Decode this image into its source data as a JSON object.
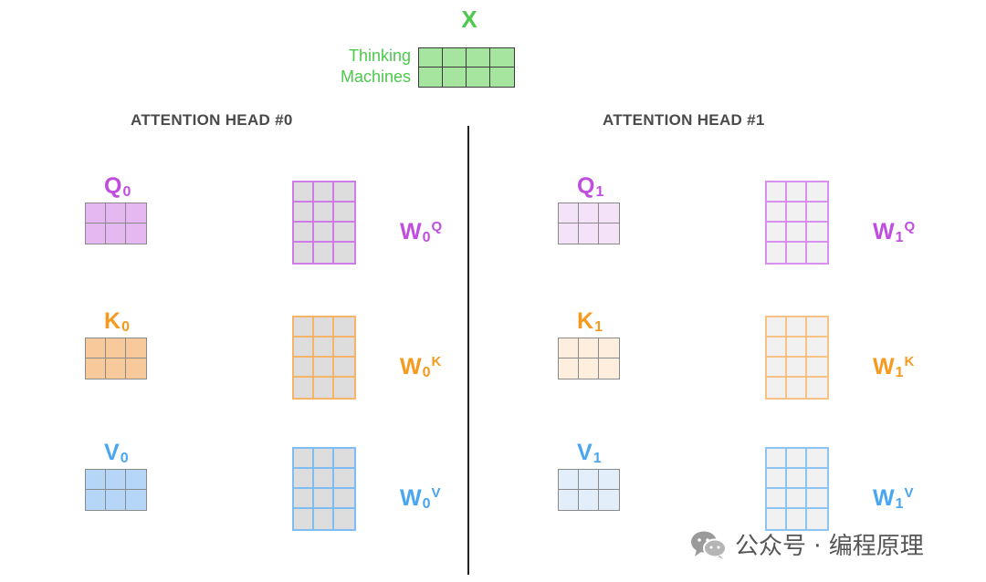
{
  "input": {
    "label": "X",
    "words": [
      "Thinking",
      "Machines"
    ],
    "color": "#4cc94c",
    "fill": "#a6e5a0",
    "border": "#3a3a3a"
  },
  "heads": [
    {
      "title": "ATTENTION HEAD #0",
      "index": "0",
      "matrices": [
        {
          "name": "Q",
          "label_color": "#c04de0",
          "fill": "#e6b8f2",
          "border": "#8a8a8a",
          "weight_name": "W",
          "weight_sup": "Q",
          "weight_border": "#cf7be8",
          "weight_fill": "#dddddd"
        },
        {
          "name": "K",
          "label_color": "#f59a1e",
          "fill": "#f8c99a",
          "border": "#8a8a8a",
          "weight_name": "W",
          "weight_sup": "K",
          "weight_border": "#f5b46a",
          "weight_fill": "#dddddd"
        },
        {
          "name": "V",
          "label_color": "#4aa6f0",
          "fill": "#b5d6f7",
          "border": "#8a8a8a",
          "weight_name": "W",
          "weight_sup": "V",
          "weight_border": "#7fbcf2",
          "weight_fill": "#dddddd"
        }
      ]
    },
    {
      "title": "ATTENTION HEAD #1",
      "index": "1",
      "matrices": [
        {
          "name": "Q",
          "label_color": "#c04de0",
          "fill": "#f3e2f8",
          "border": "#8a8a8a",
          "weight_name": "W",
          "weight_sup": "Q",
          "weight_border": "#d98ff0",
          "weight_fill": "#f1f1f1"
        },
        {
          "name": "K",
          "label_color": "#f59a1e",
          "fill": "#fdeedd",
          "border": "#8a8a8a",
          "weight_name": "W",
          "weight_sup": "K",
          "weight_border": "#f8c285",
          "weight_fill": "#f1f1f1"
        },
        {
          "name": "V",
          "label_color": "#4aa6f0",
          "fill": "#e3eefb",
          "border": "#8a8a8a",
          "weight_name": "W",
          "weight_sup": "V",
          "weight_border": "#8cc4f4",
          "weight_fill": "#f1f1f1"
        }
      ]
    }
  ],
  "watermark": {
    "text": "公众号 · 编程原理",
    "icon": "wechat-icon"
  }
}
